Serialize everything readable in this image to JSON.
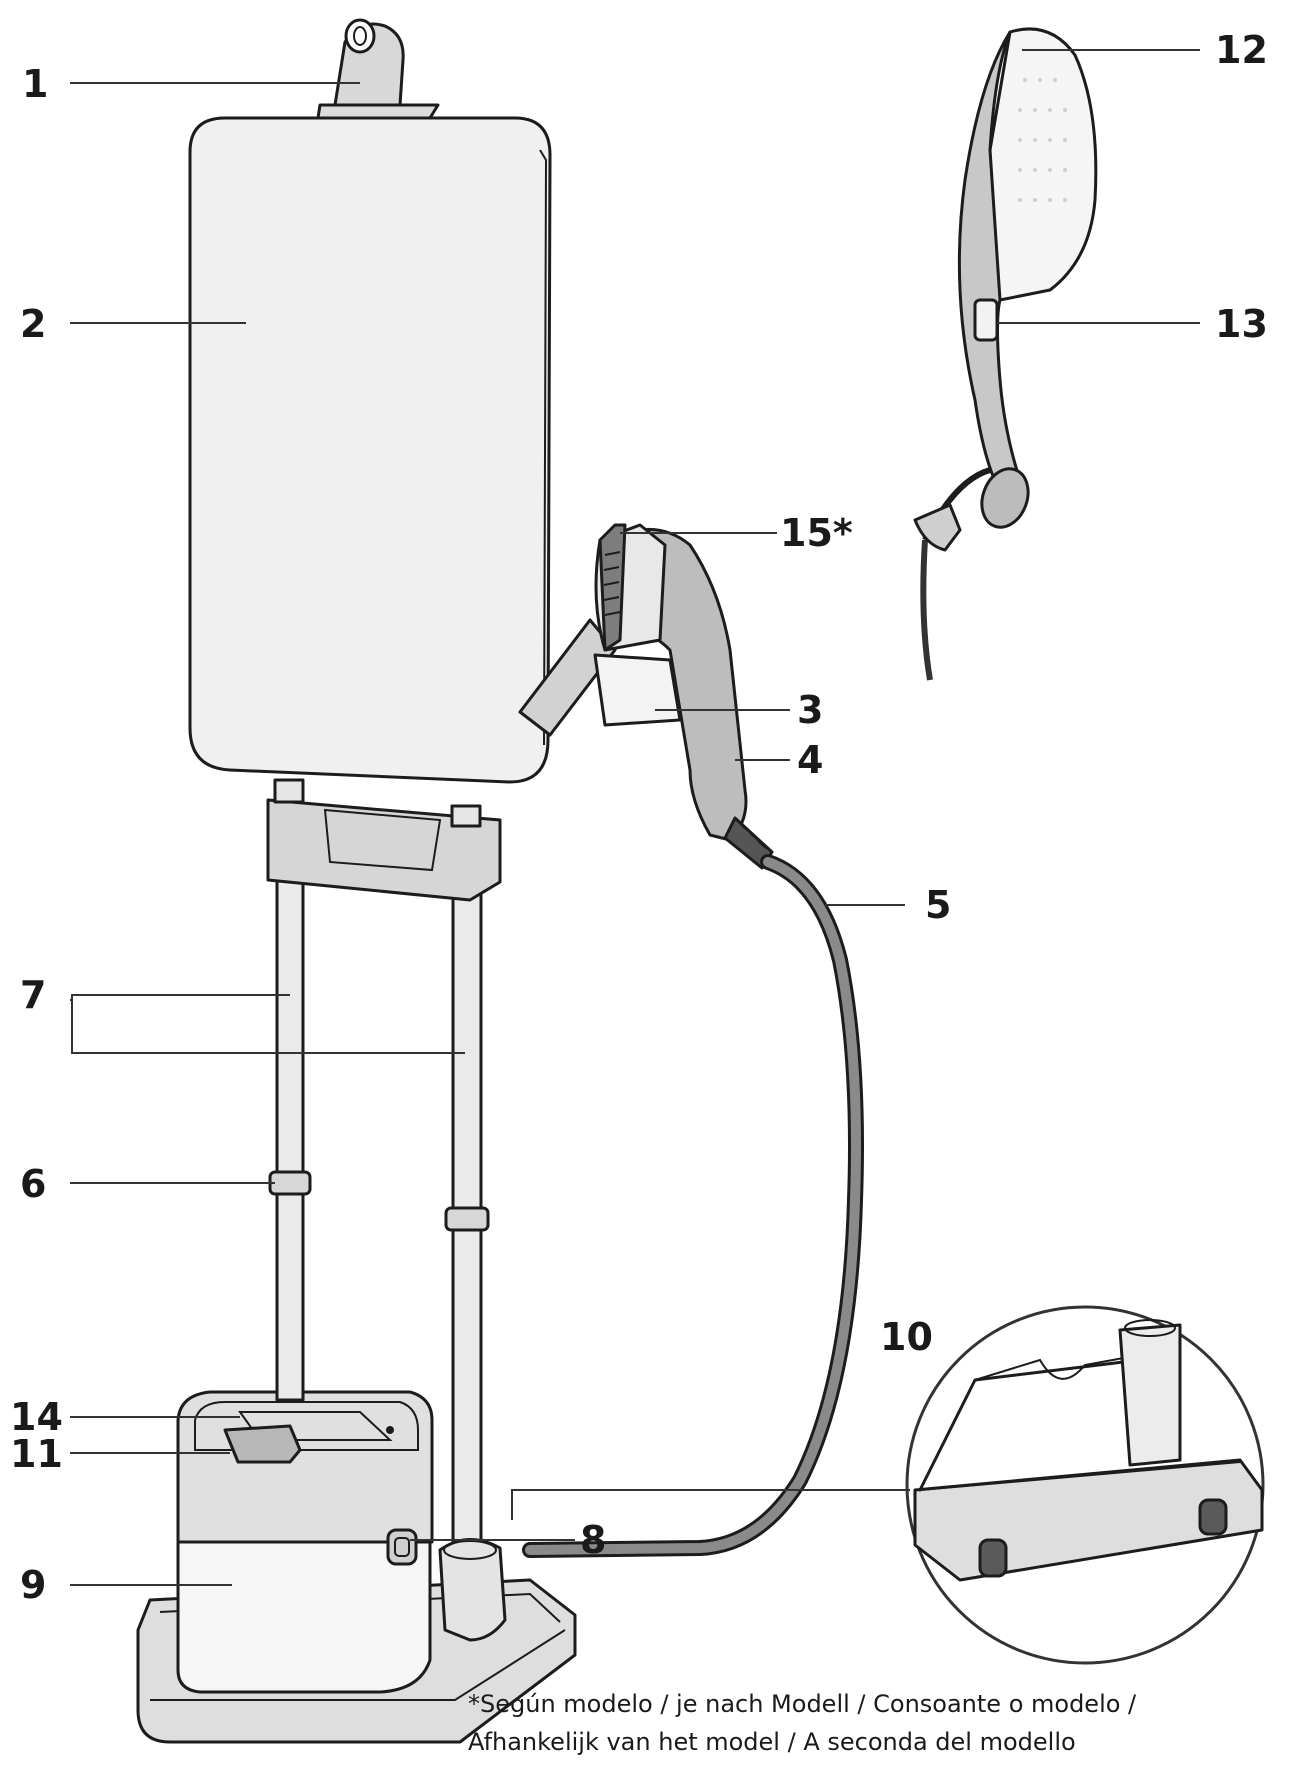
{
  "diagram": {
    "labels": {
      "l1": "1",
      "l2": "2",
      "l3": "3",
      "l4": "4",
      "l5": "5",
      "l6": "6",
      "l7": "7",
      "l8": "8",
      "l9": "9",
      "l10": "10",
      "l11": "11",
      "l12": "12",
      "l13": "13",
      "l14": "14",
      "l15": "15*"
    },
    "footnote_line1": "*Según modelo / je nach Modell / Consoante o modelo /",
    "footnote_line2": "Afhankelijk van het model / A seconda del modello",
    "colors": {
      "board": "#efefef",
      "body": "#e3e3e3",
      "dark": "#7a7a7a",
      "outline": "#1c1c1c"
    }
  }
}
